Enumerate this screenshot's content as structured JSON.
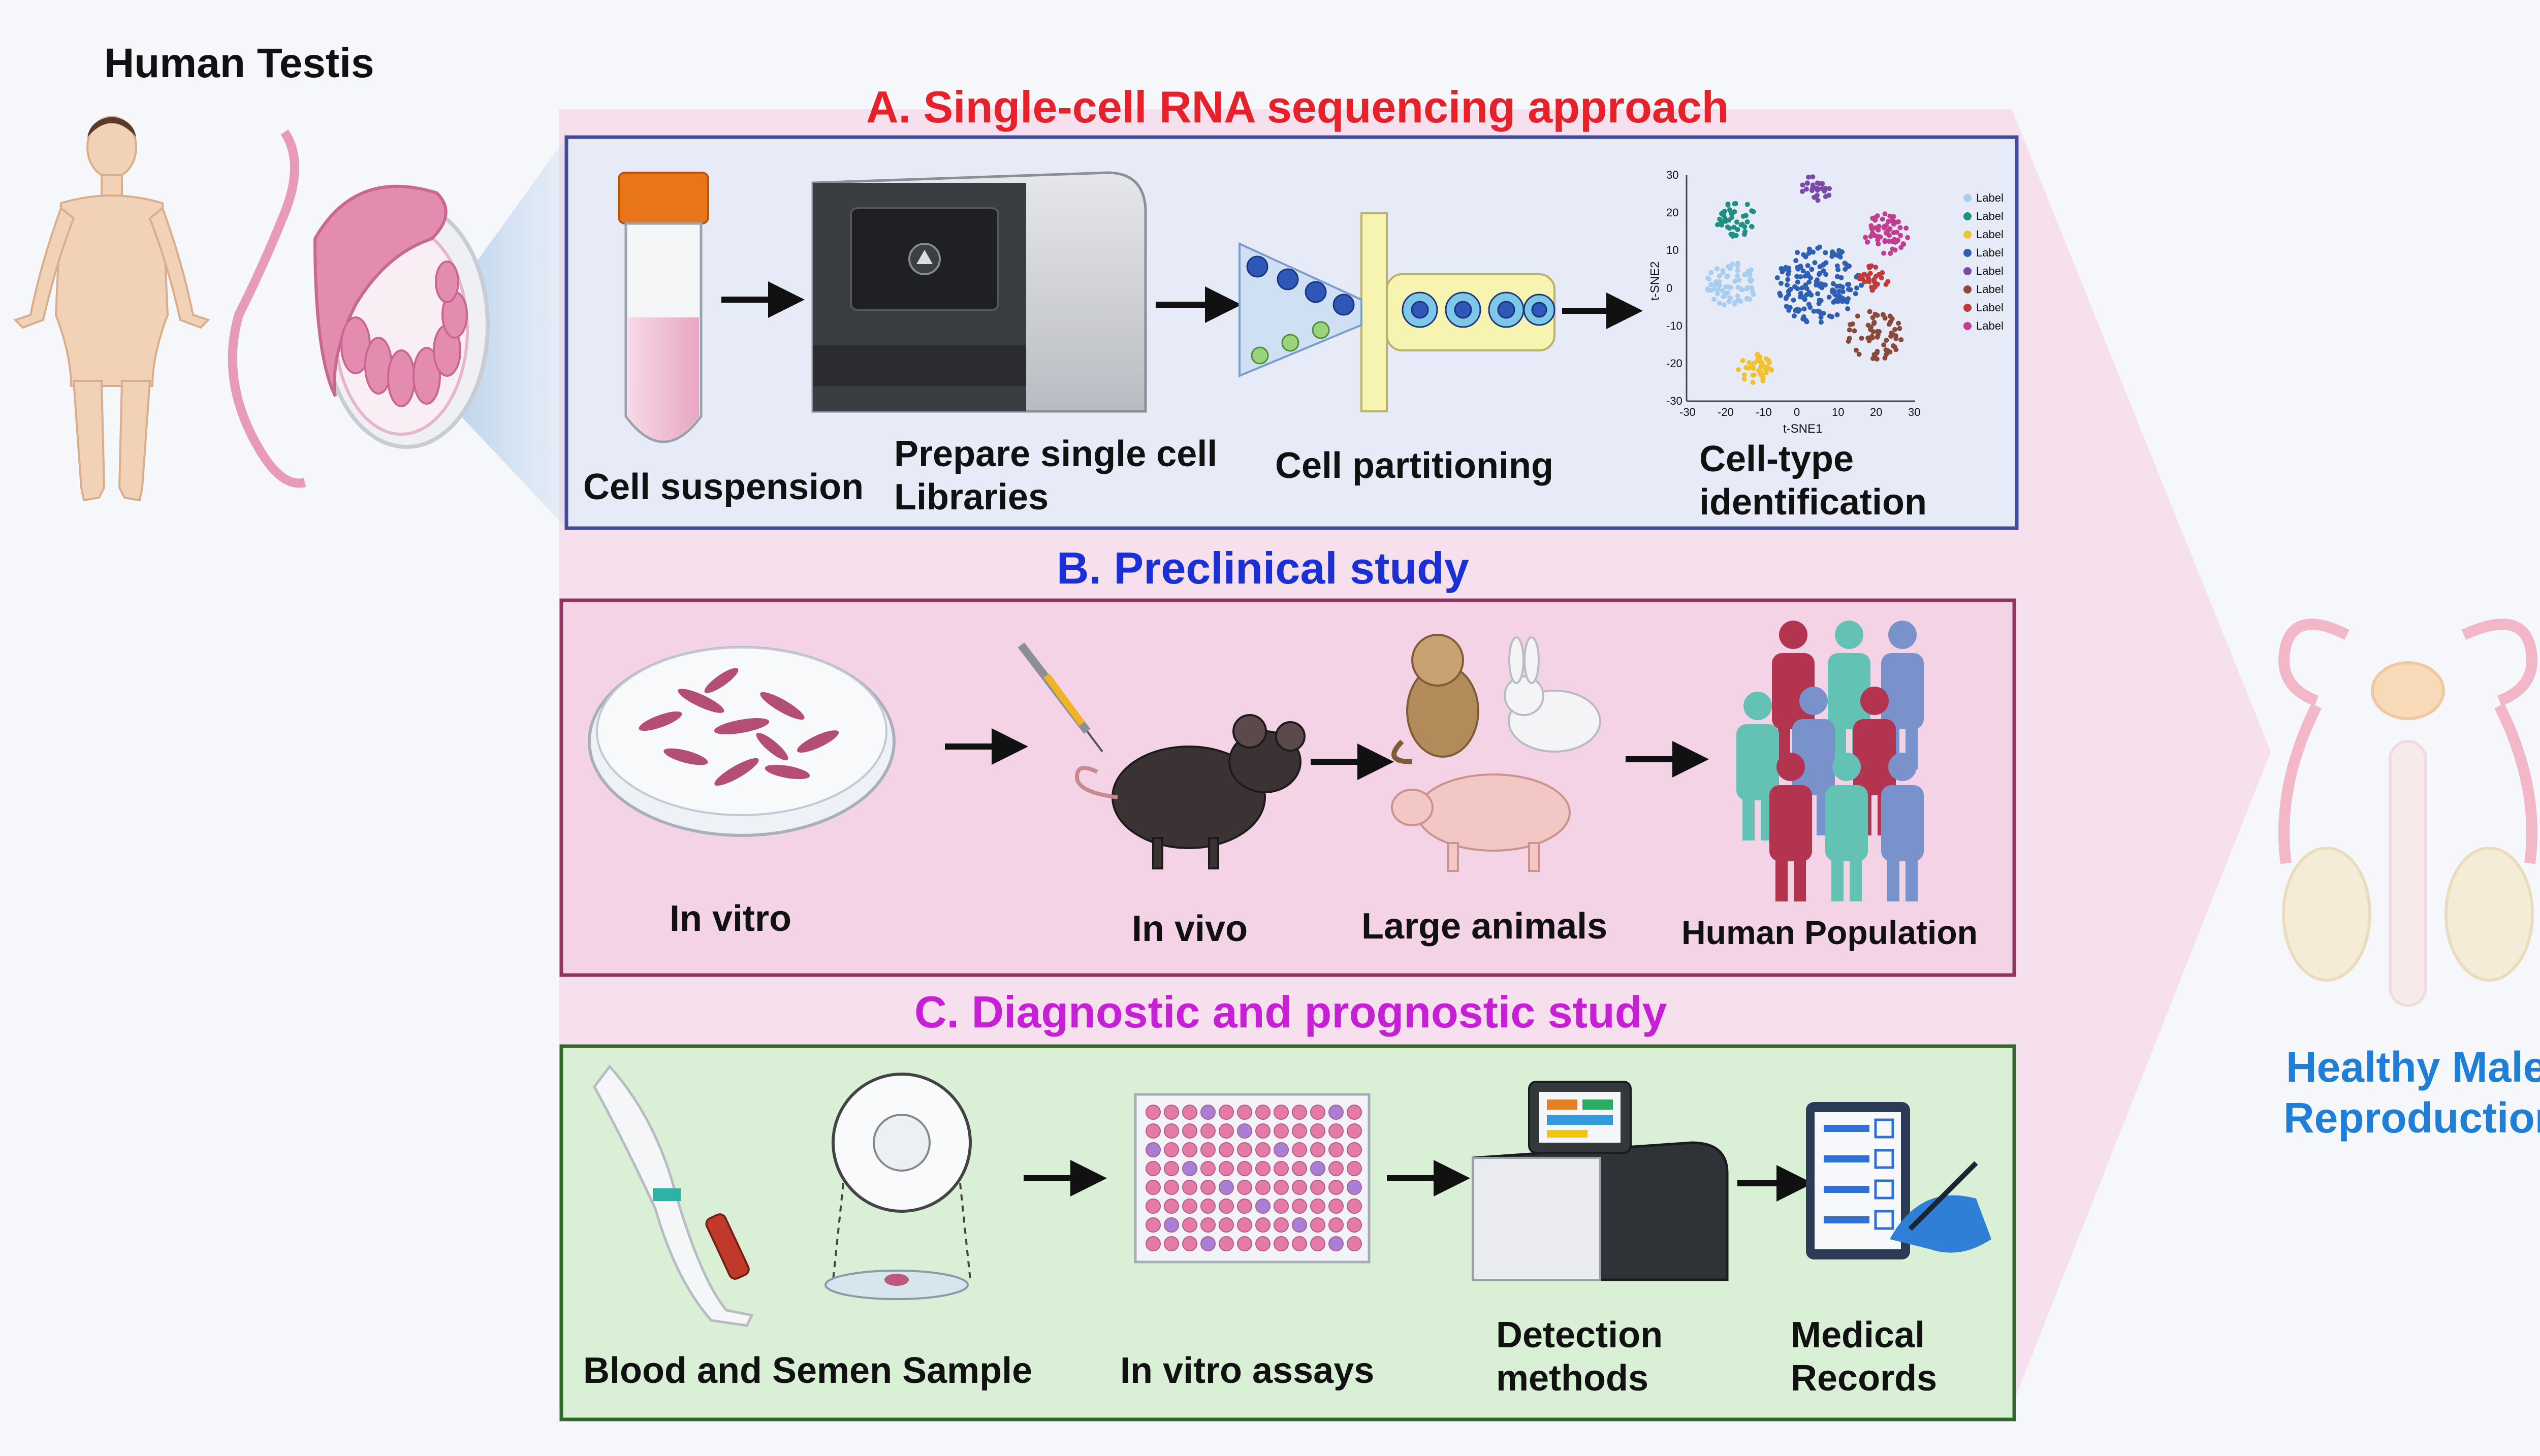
{
  "left_title": "Human Testis",
  "right_title_line1": "Healthy Male",
  "right_title_line2": "Reproduction",
  "sections": {
    "A": {
      "title": "A. Single-cell RNA sequencing  approach",
      "color": "#e8202a",
      "steps": [
        {
          "line1": "Cell suspension",
          "line2": ""
        },
        {
          "line1": "Prepare single cell",
          "line2": "Libraries"
        },
        {
          "line1": "Cell partitioning",
          "line2": ""
        },
        {
          "line1": "Cell-type",
          "line2": "identification"
        }
      ]
    },
    "B": {
      "title": "B. Preclinical study",
      "color": "#1b2fd6",
      "steps": [
        {
          "line1": "In vitro"
        },
        {
          "line1": "In vivo"
        },
        {
          "line1": "Large animals"
        },
        {
          "line1": "Human Population"
        }
      ]
    },
    "C": {
      "title": "C. Diagnostic and prognostic study",
      "color": "#c61fd6",
      "steps": [
        {
          "line1": "Blood and Semen Sample",
          "line2": ""
        },
        {
          "line1": "In vitro assays",
          "line2": ""
        },
        {
          "line1": "Detection",
          "line2": "methods"
        },
        {
          "line1": "Medical",
          "line2": "Records"
        }
      ]
    }
  },
  "tsne": {
    "xlabel": "t-SNE1",
    "ylabel": "t-SNE2",
    "x_ticks": [
      "-30",
      "-20",
      "-10",
      "0",
      "10",
      "20",
      "30"
    ],
    "y_ticks": [
      "30",
      "20",
      "10",
      "0",
      "-10",
      "-20",
      "-30"
    ],
    "legend": [
      {
        "name": "Label",
        "color": "#a9cdee"
      },
      {
        "name": "Label",
        "color": "#1f8f82"
      },
      {
        "name": "Label",
        "color": "#f2c12e"
      },
      {
        "name": "Label",
        "color": "#2f5fb3"
      },
      {
        "name": "Label",
        "color": "#7a4aa8"
      },
      {
        "name": "Label",
        "color": "#8a4a3a"
      },
      {
        "name": "Label",
        "color": "#c03a3a"
      },
      {
        "name": "Label",
        "color": "#c23d8f"
      }
    ]
  }
}
